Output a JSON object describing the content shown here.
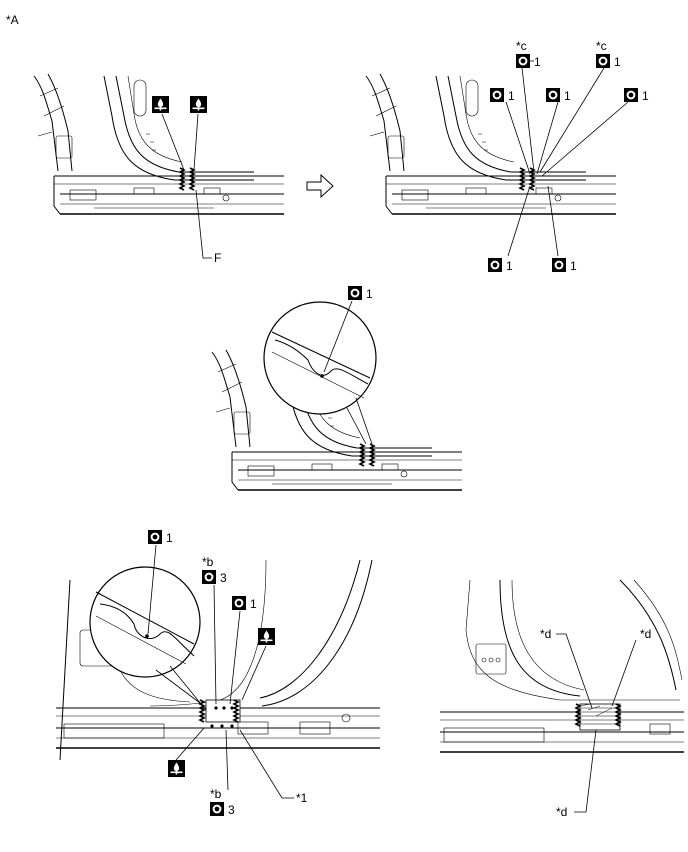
{
  "figure_label": "*A",
  "weld_label": "1",
  "weld_label_3": "3",
  "callouts": {
    "F": "F",
    "c": "*c",
    "b": "*b",
    "one": "*1",
    "d": "*d"
  },
  "icons": {
    "weld_spot": "spot-weld-symbol-icon",
    "gas_weld": "plug-weld-symbol-icon",
    "arrow": "arrow-right-outline-icon"
  }
}
